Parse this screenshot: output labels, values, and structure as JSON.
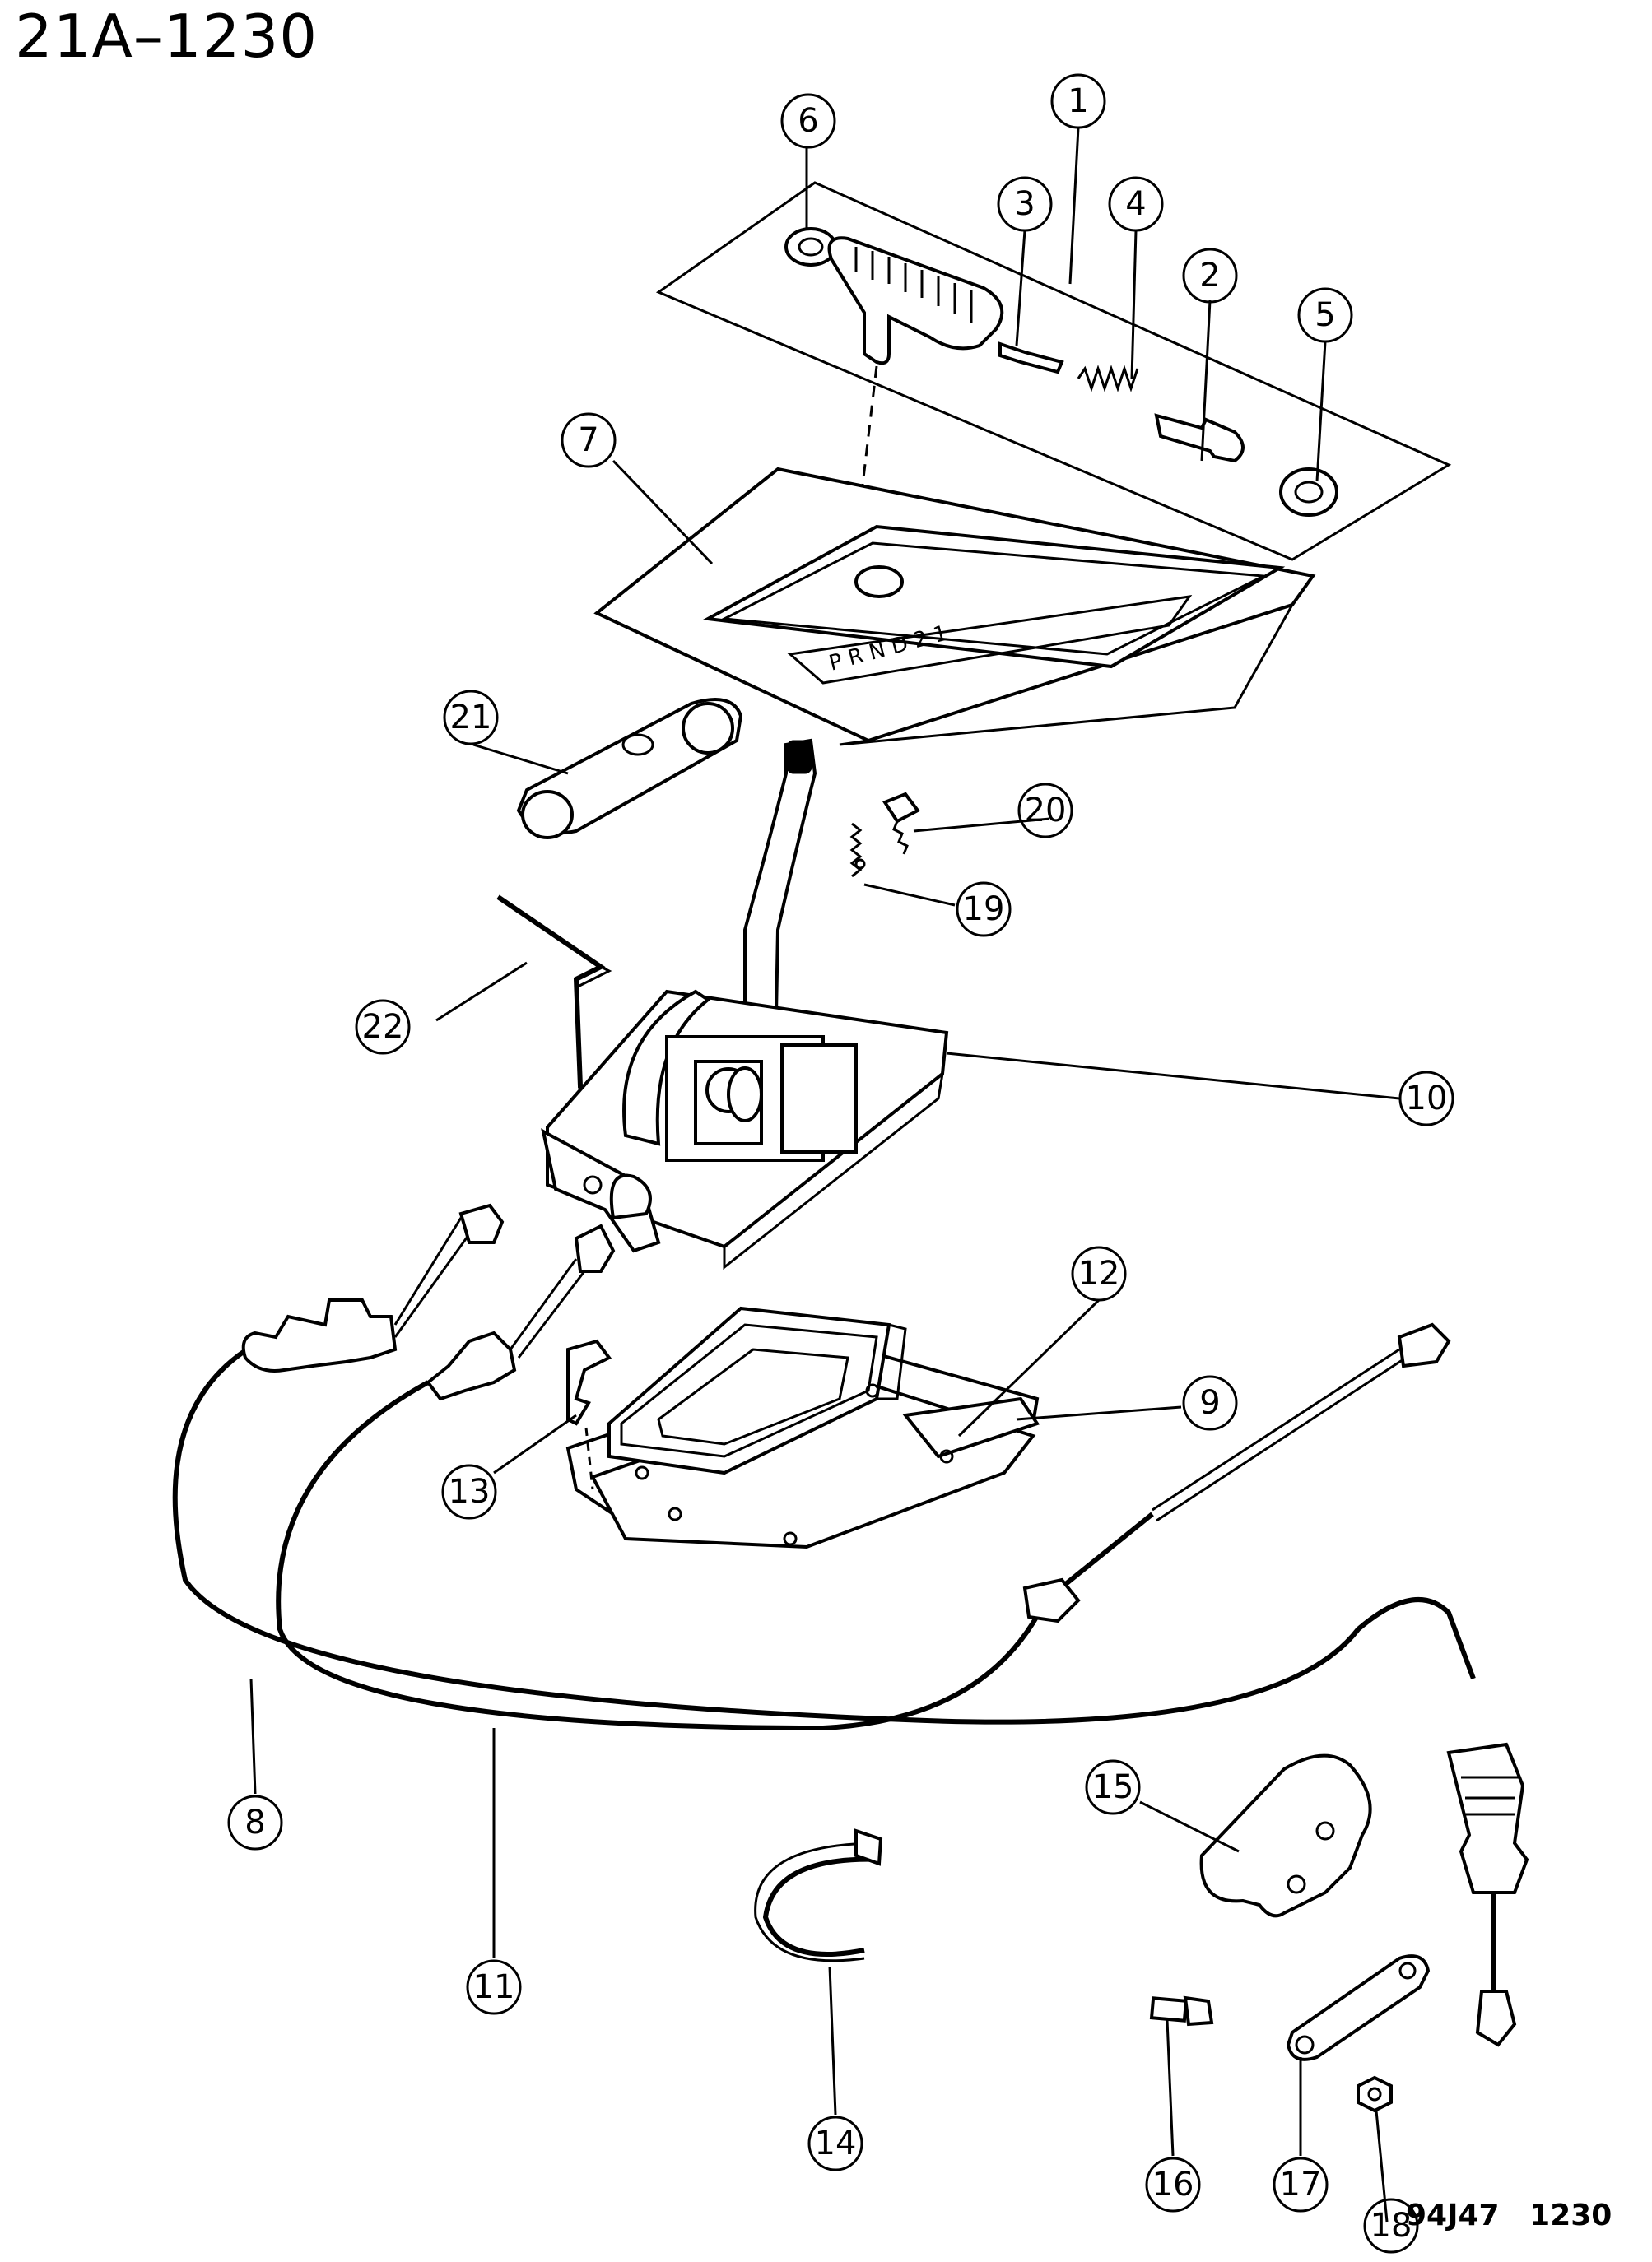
{
  "diagram": {
    "figure_number": "21A–1230",
    "drawing_code": "94J47",
    "sheet_number": "1230",
    "line_color": "#000000",
    "background": "#ffffff",
    "callouts": [
      "1",
      "2",
      "3",
      "4",
      "5",
      "6",
      "7",
      "8",
      "9",
      "10",
      "11",
      "12",
      "13",
      "14",
      "15",
      "16",
      "17",
      "18",
      "19",
      "20",
      "21",
      "22"
    ]
  }
}
